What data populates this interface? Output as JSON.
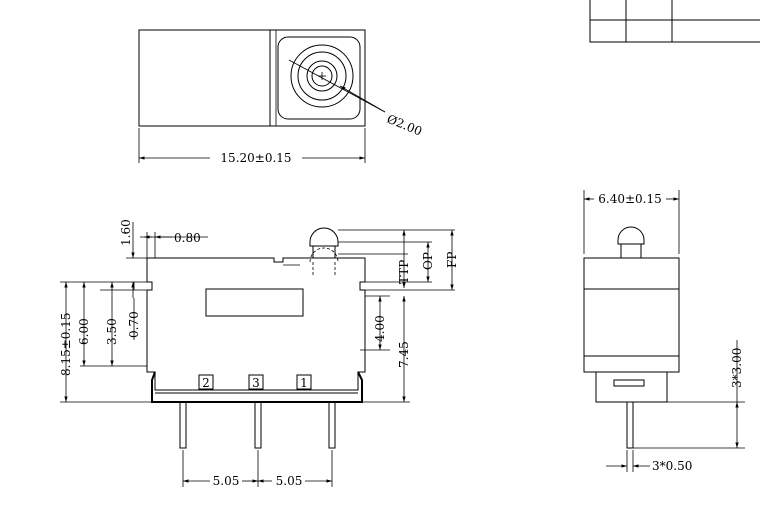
{
  "title_table": {
    "rows": 2,
    "cols": 3
  },
  "dimensions": {
    "body_length": "15.20±0.15",
    "button_diameter": "Ø2.00",
    "lever_offset": "0.80",
    "lever_height": "1.60",
    "body_height": "8.15±0.15",
    "height_6": "6.00",
    "height_350": "3.50",
    "height_070": "0.70",
    "ttp": "TTP",
    "op": "OP",
    "fp": "FP",
    "height_400": "4.00",
    "height_745": "7.45",
    "pin_pitch_left": "5.05",
    "pin_pitch_right": "5.05",
    "body_width": "6.40±0.15",
    "pin_length": "3*3.00",
    "pin_thickness": "3*0.50"
  },
  "terminals": [
    "2",
    "3",
    "1"
  ]
}
